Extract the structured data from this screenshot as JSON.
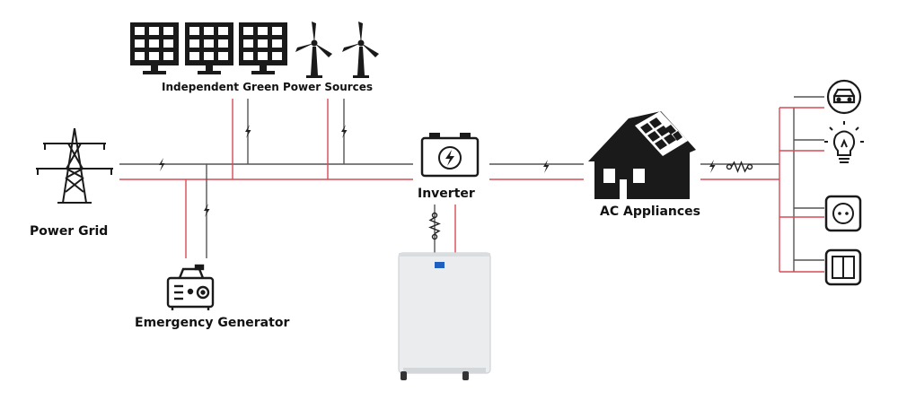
{
  "labels": {
    "green_sources": "Independent Green Power Sources",
    "power_grid": "Power Grid",
    "emergency_generator": "Emergency Generator",
    "inverter": "Inverter",
    "ac_appliances": "AC Appliances"
  },
  "colors": {
    "dc_line": "#555555",
    "ac_line": "#d94b55",
    "icon": "#1a1a1a",
    "battery_body": "#e9eaec",
    "battery_display": "#1f5fbf"
  },
  "icons": [
    "solar-panel-icon",
    "wind-turbine-icon",
    "transmission-tower-icon",
    "generator-icon",
    "inverter-icon",
    "battery-cabinet-icon",
    "house-icon",
    "car-icon",
    "light-bulb-icon",
    "socket-icon",
    "switch-icon",
    "lightning-icon",
    "resistor-icon"
  ]
}
